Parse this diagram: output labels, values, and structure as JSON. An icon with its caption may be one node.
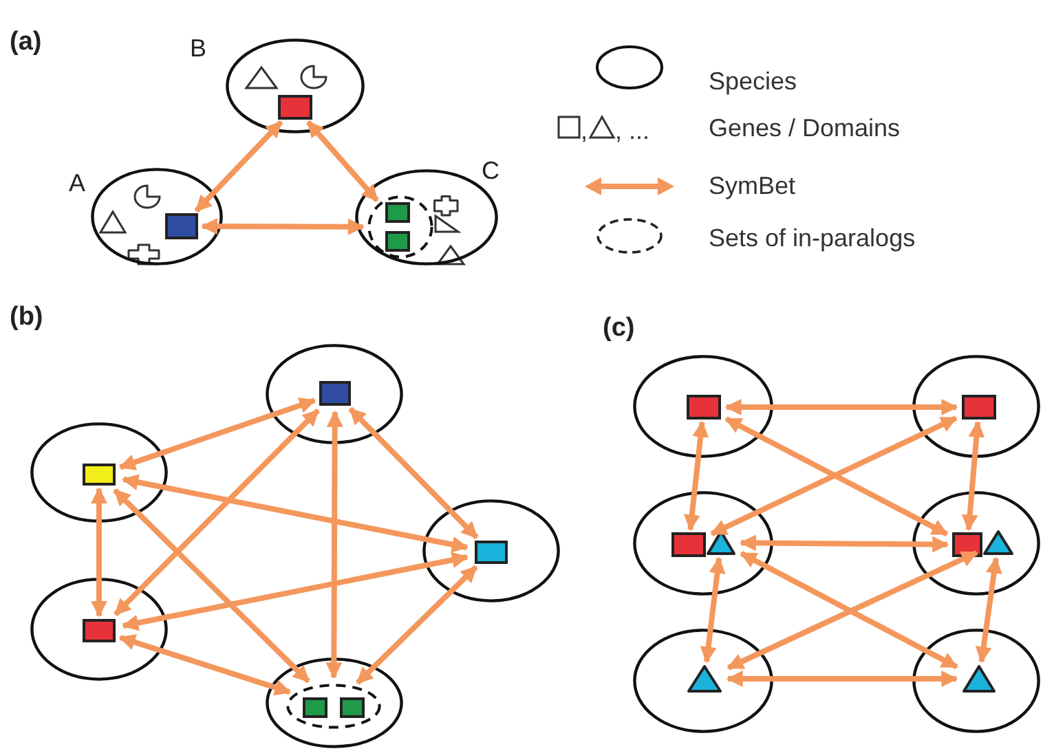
{
  "diagram": {
    "nodes": [
      {
        "text": [
          "B"
        ]
      },
      {
        "text": [],
        "shape": "box",
        "in": 0
      },
      {
        "text": [
          "A"
        ]
      },
      {
        "text": [],
        "shape": "box",
        "in": 2
      },
      {
        "text": [
          "C"
        ]
      },
      {
        "text": [],
        "shape": "circle",
        "in": 4
      },
      {
        "text": [],
        "shape": "box",
        "in": 5
      },
      {
        "text": [],
        "shape": "box",
        "in": 5
      },
      {
        "text": [],
        "shape": "circle"
      },
      {
        "text": [],
        "shape": "box",
        "in": 8
      },
      {
        "text": [],
        "shape": "circle"
      },
      {
        "text": [],
        "shape": "box",
        "in": 10
      },
      {
        "text": [],
        "shape": "circle"
      },
      {
        "text": [],
        "shape": "box",
        "in": 12
      },
      {
        "text": [],
        "shape": "circle"
      },
      {
        "text": [],
        "shape": "box",
        "in": 14
      },
      {
        "text": [],
        "shape": "circle"
      },
      {
        "text": [],
        "shape": "circle",
        "in": 16
      },
      {
        "text": [],
        "shape": "box",
        "in": 17
      },
      {
        "text": [],
        "shape": "box",
        "in": 17
      },
      {
        "text": [],
        "shape": "circle"
      },
      {
        "text": [],
        "shape": "box",
        "in": 20
      },
      {
        "text": [],
        "shape": "circle"
      },
      {
        "text": [],
        "shape": "box",
        "in": 22
      },
      {
        "text": [],
        "shape": "circle"
      },
      {
        "text": [],
        "shape": "box",
        "in": 24
      },
      {
        "text": [],
        "shape": "triangle",
        "in": 24
      },
      {
        "text": [],
        "shape": "circle"
      },
      {
        "text": [],
        "shape": "box",
        "in": 27
      },
      {
        "text": [],
        "shape": "triangle",
        "in": 27
      },
      {
        "text": [],
        "shape": "circle"
      },
      {
        "text": [],
        "shape": "triangle",
        "in": 30
      },
      {
        "text": [],
        "shape": "circle"
      },
      {
        "text": [],
        "shape": "triangle",
        "in": 32
      }
    ],
    "edges": [
      {
        "from": 1,
        "to": 3,
        "arrow": "both"
      },
      {
        "from": 1,
        "to": 5,
        "arrow": "both"
      },
      {
        "from": 3,
        "to": 5,
        "arrow": "both"
      },
      {
        "from": 9,
        "to": 11,
        "arrow": "both"
      },
      {
        "from": 9,
        "to": 13,
        "arrow": "both"
      },
      {
        "from": 9,
        "to": 15,
        "arrow": "both"
      },
      {
        "from": 9,
        "to": 17,
        "arrow": "both"
      },
      {
        "from": 11,
        "to": 13,
        "arrow": "both"
      },
      {
        "from": 11,
        "to": 15,
        "arrow": "both"
      },
      {
        "from": 11,
        "to": 17,
        "arrow": "both"
      },
      {
        "from": 15,
        "to": 13,
        "arrow": "both"
      },
      {
        "from": 15,
        "to": 17,
        "arrow": "both"
      },
      {
        "from": 13,
        "to": 17,
        "arrow": "both"
      },
      {
        "from": 21,
        "to": 23,
        "arrow": "both"
      },
      {
        "from": 21,
        "to": 25,
        "arrow": "both"
      },
      {
        "from": 21,
        "to": 28,
        "arrow": "both"
      },
      {
        "from": 25,
        "to": 23,
        "arrow": "both"
      },
      {
        "from": 23,
        "to": 28,
        "arrow": "both"
      },
      {
        "from": 26,
        "to": 28,
        "arrow": "both"
      },
      {
        "from": 26,
        "to": 31,
        "arrow": "both"
      },
      {
        "from": 26,
        "to": 33,
        "arrow": "both"
      },
      {
        "from": 29,
        "to": 31,
        "arrow": "both"
      },
      {
        "from": 29,
        "to": 33,
        "arrow": "both"
      },
      {
        "from": 31,
        "to": 33,
        "arrow": "both"
      }
    ],
    "labels": [
      "(a)",
      ",",
      ", ...",
      "(b)",
      "(c)"
    ],
    "legend": [
      {
        "text": "Species"
      },
      {
        "text": "Genes / Domains"
      },
      {
        "text": "SymBet"
      },
      {
        "text": "Sets of in-paralogs"
      }
    ]
  }
}
